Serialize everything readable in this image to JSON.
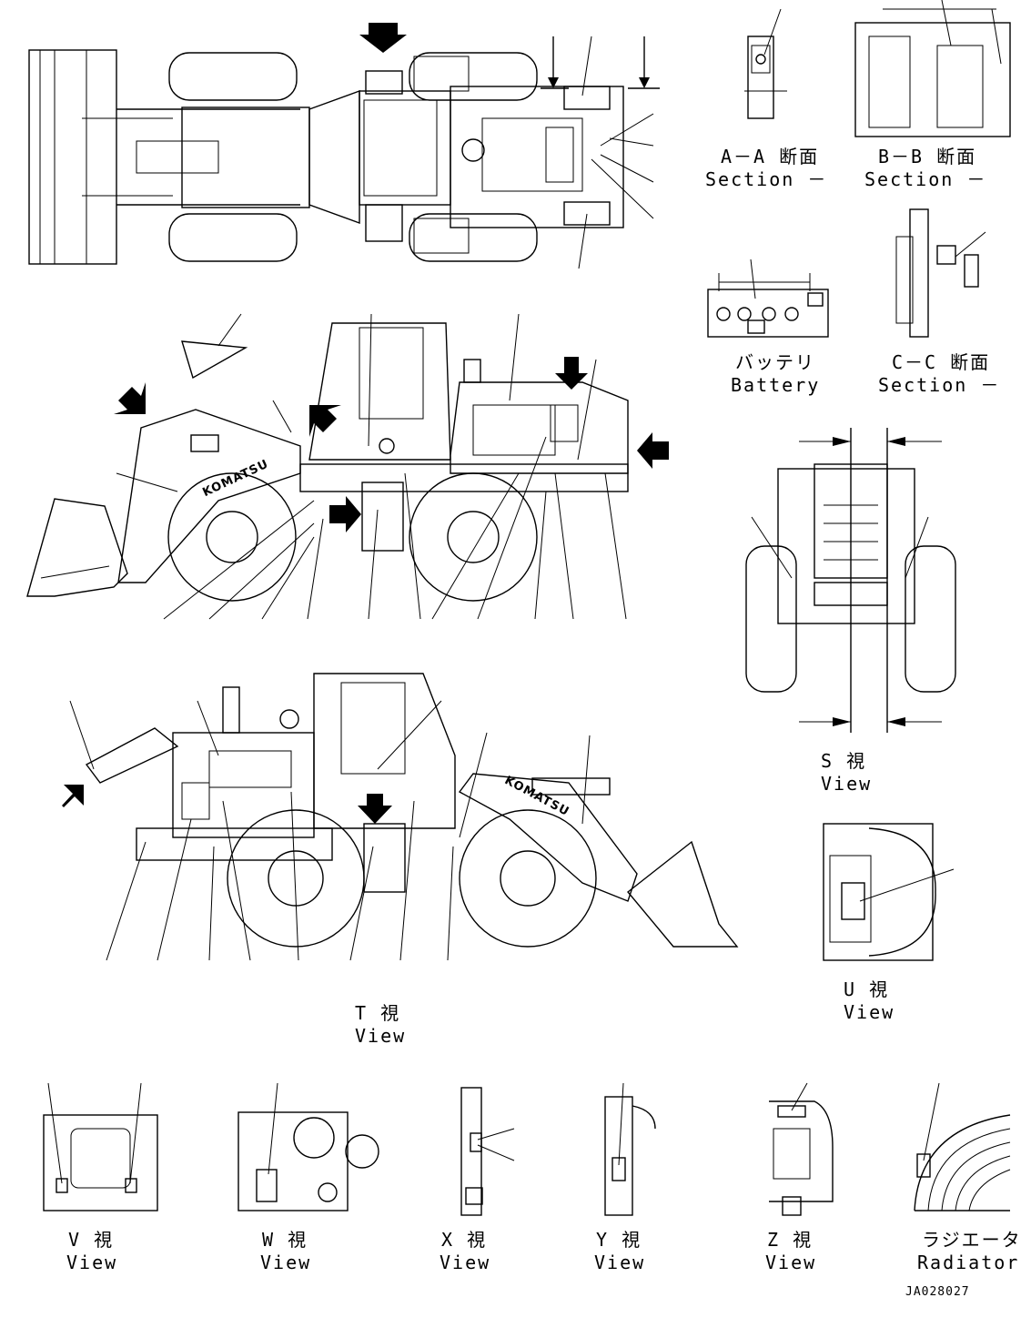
{
  "views": {
    "aa_title": "A－A 断面",
    "aa_sub": "Section －",
    "bb_title": "B－B 断面",
    "bb_sub": "Section －",
    "battery_title": "バッテリ",
    "battery_sub": "Battery",
    "cc_title": "C－C 断面",
    "cc_sub": "Section －",
    "s_title": "S 視",
    "s_sub": "View",
    "t_title": "T 視",
    "t_sub": "View",
    "u_title": "U 視",
    "u_sub": "View",
    "v_title": "V 視",
    "v_sub": "View",
    "w_title": "W 視",
    "w_sub": "View",
    "x_title": "X 視",
    "x_sub": "View",
    "y_title": "Y 視",
    "y_sub": "View",
    "z_title": "Z 視",
    "z_sub": "View",
    "rad_title": "ラジエータ",
    "rad_sub": "Radiator"
  },
  "brand_text": "KOMATSU",
  "drawing_code": "JA028027"
}
